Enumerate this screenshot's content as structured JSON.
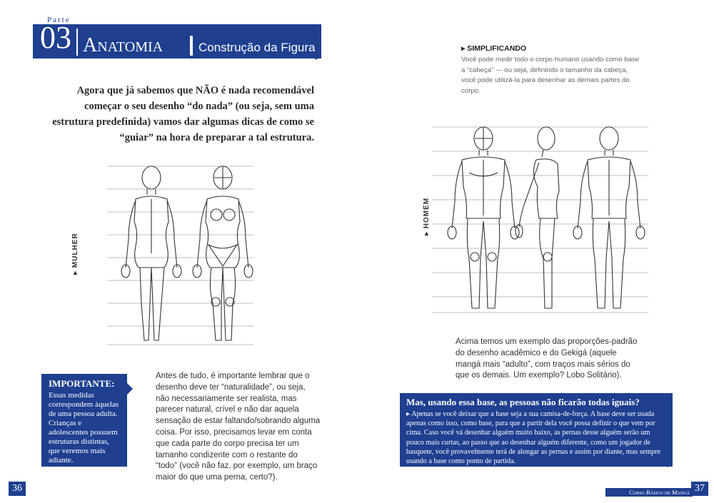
{
  "header": {
    "parte": "Parte",
    "number": "03",
    "title": "Anatomia",
    "subtitle": "Construção da Figura"
  },
  "intro": "Agora que já sabemos que NÃO é nada recomendável começar o seu desenho “do nada” (ou seja, sem uma estrutura predefinida) vamos dar algumas dicas de como se “guiar” na hora de preparar a tal estrutura.",
  "figures": {
    "female_label": "MULHER",
    "male_label": "HOMEM"
  },
  "importante": {
    "title": "IMPORTANTE",
    "body": "Essas medidas correspondem àquelas de uma pessoa adulta. Crianças e adolescentes possuem estruturas distintas, que veremos mais adiante."
  },
  "body_left": "Antes de tudo, é importante lembrar que o desenho deve ter “naturalidade”, ou seja, não necessariamente ser realista, mas parecer natural, crível e não dar aquela sensação de estar faltando/sobrando alguma coisa. Por isso, precisamos levar em conta que cada parte do corpo precisa ter um tamanho condizente com o restante do “todo” (você não faz, por exemplo, um braço maior do que uma perna, certo?).",
  "simplificando": {
    "title": "SIMPLIFICANDO",
    "body": "Você pode medir todo o corpo humano usando como base a “cabeça” — ou seja, definindo o tamanho da cabeça, você pode utilizá-la para desenhar as demais partes do corpo."
  },
  "caption": "Acima temos um exemplo das proporções-padrão do desenho acadêmico e do Gekigá (aquele mangá mais “adulto”, com traços mais sérios do que os demais. Um exemplo? Lobo Solitário).",
  "box2": {
    "title": "Mas, usando essa base, as pessoas não ficarão todas iguais?",
    "body": "Apenas se você deixar que a base seja a sua camisa-de-força. A base deve ser usada apenas como isso, como base, para que a partir dela você possa definir o que vem por cima. Caso você vá desenhar alguém muito baixo, as pernas desse alguém serão um pouco mais curtas, ao passo que ao desenhar alguém diferente, como um jogador de basquete, você provavelmente terá de alongar as pernas e assim por diante, mas sempre usando a base como ponto de partida."
  },
  "footer": {
    "page_left": "36",
    "page_right": "37",
    "book_title": "Curso Básico de Mangá"
  },
  "colors": {
    "accent": "#1f3f8f"
  }
}
